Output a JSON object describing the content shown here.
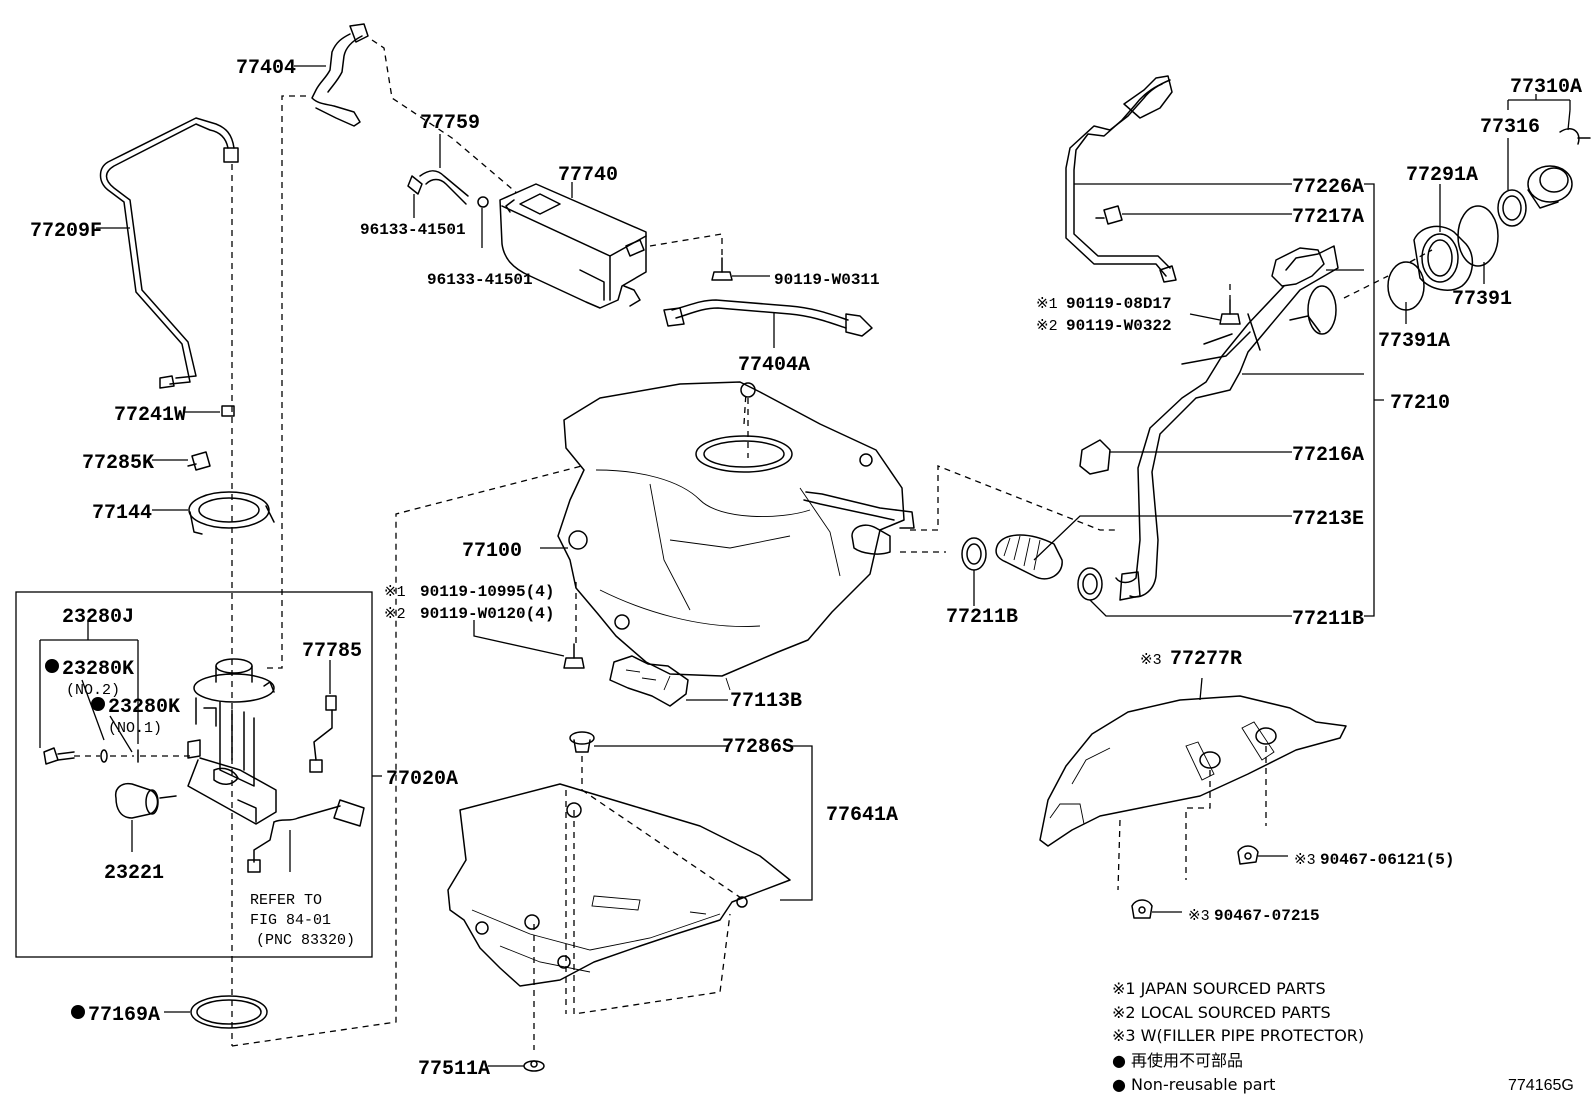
{
  "labels": {
    "p77404": "77404",
    "p77759": "77759",
    "p77740": "77740",
    "p96133a": "96133-41501",
    "p96133b": "96133-41501",
    "p90119w0311": "90119-W0311",
    "p77404a": "77404A",
    "p77209f": "77209F",
    "p77241w": "77241W",
    "p77285k": "77285K",
    "p77144": "77144",
    "p77100": "77100",
    "p77785": "77785",
    "p23280j": "23280J",
    "p23280k_no2": "23280K",
    "no2": "(NO.2)",
    "p23280k_no1": "23280K",
    "no1": "(NO.1)",
    "p23221": "23221",
    "refer1": "REFER TO",
    "refer2": "FIG 84-01",
    "refer3": "(PNC 83320)",
    "p77020a": "77020A",
    "p77169a": "77169A",
    "p90119_10995": "90119-10995(4)",
    "p90119_w0120": "90119-W0120(4)",
    "p77113b": "77113B",
    "p77286s": "77286S",
    "p77641a": "77641A",
    "p77511a": "77511A",
    "p77310a": "77310A",
    "p77316": "77316",
    "p77291a": "77291A",
    "p77391": "77391",
    "p77391a": "77391A",
    "p77226a": "77226A",
    "p77217a": "77217A",
    "p90119_08d17": "90119-08D17",
    "p90119_w0322": "90119-W0322",
    "p77210": "77210",
    "p77216a": "77216A",
    "p77213e": "77213E",
    "p77211b_left": "77211B",
    "p77211b_right": "77211B",
    "p77277r": "77277R",
    "p90467_06121": "90467-06121(5)",
    "p90467_07215": "90467-07215",
    "mark1": "※1",
    "mark2": "※2",
    "mark3": "※3"
  },
  "legend": {
    "line1": "※1 JAPAN SOURCED PARTS",
    "line2": "※2 LOCAL SOURCED PARTS",
    "line3": "※3 W(FILLER PIPE PROTECTOR)",
    "line4": "● 再使用不可部品",
    "line5": "● Non-reusable part"
  },
  "figure_number": "774165G",
  "icons": {
    "non_reusable": "black-dot-icon",
    "reference_mark": "reference-mark-icon"
  }
}
